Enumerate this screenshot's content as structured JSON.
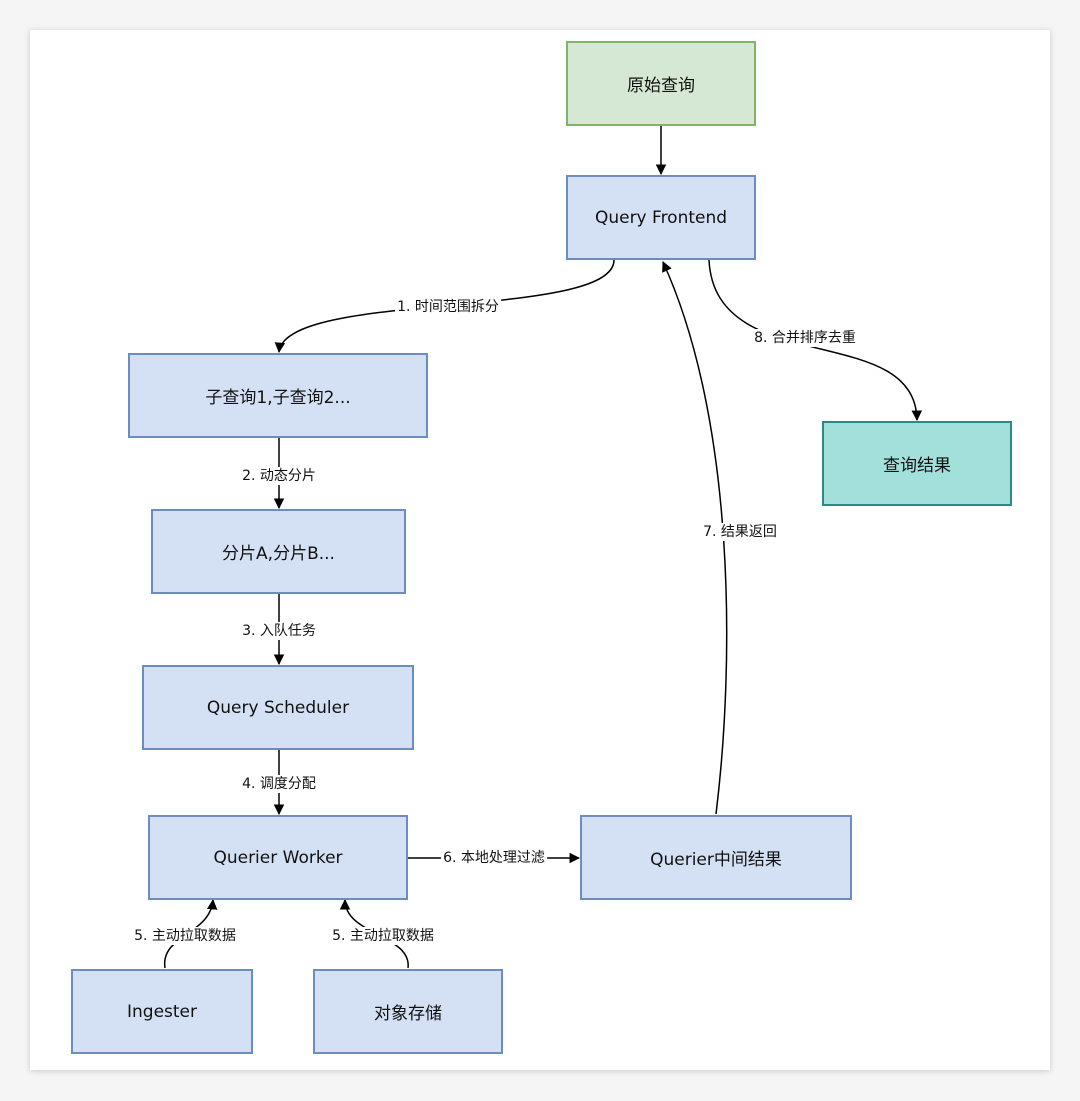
{
  "nodes": {
    "original_query": "原始查询",
    "query_frontend": "Query Frontend",
    "subqueries": "子查询1,子查询2...",
    "query_result": "查询结果",
    "shards": "分片A,分片B...",
    "query_scheduler": "Query Scheduler",
    "querier_worker": "Querier Worker",
    "querier_intermediate": "Querier中间结果",
    "ingester": "Ingester",
    "object_storage": "对象存储"
  },
  "edges": {
    "e1": "1. 时间范围拆分",
    "e2": "2. 动态分片",
    "e3": "3. 入队任务",
    "e4": "4. 调度分配",
    "e5a": "5. 主动拉取数据",
    "e5b": "5. 主动拉取数据",
    "e6": "6. 本地处理过滤",
    "e7": "7. 结果返回",
    "e8": "8. 合并排序去重"
  },
  "colors": {
    "blue_fill": "#d4e1f5",
    "blue_stroke": "#6c8ebf",
    "green_fill": "#d5e8d4",
    "green_stroke": "#82b366",
    "teal_fill": "#a3dfdb",
    "teal_stroke": "#2c8a84"
  }
}
